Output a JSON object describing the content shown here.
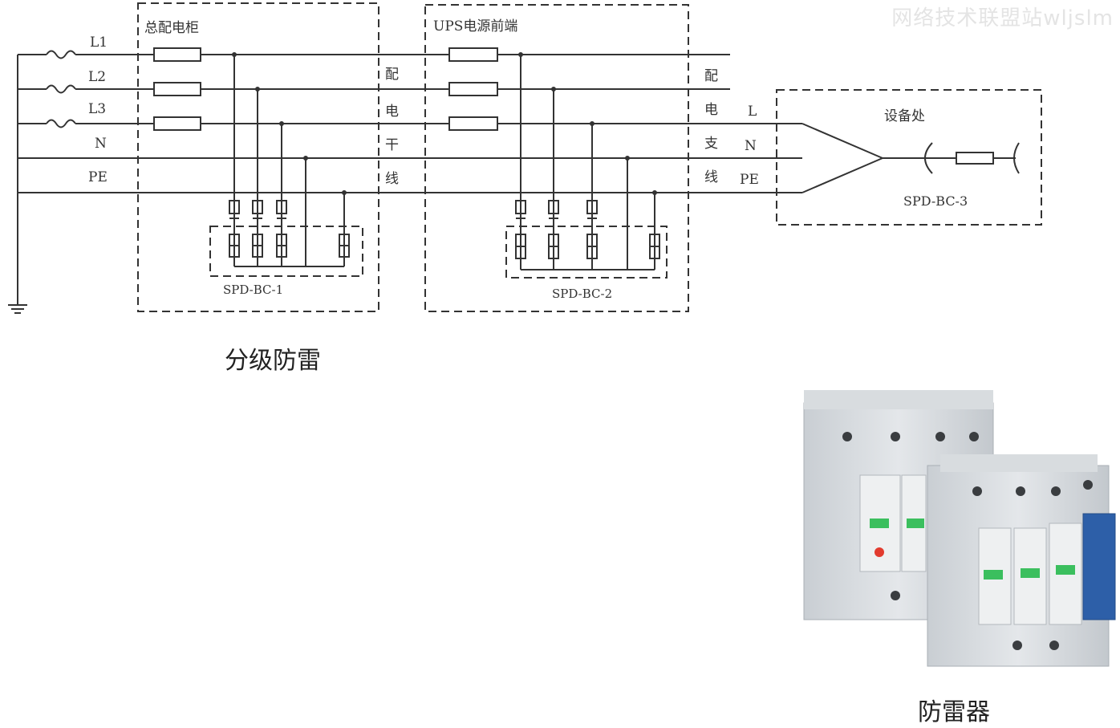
{
  "watermark": "网络技术联盟站wljslm",
  "panels": {
    "main_cabinet": "总配电柜",
    "ups_front": "UPS电源前端",
    "equipment": "设备处"
  },
  "lines": {
    "L1": "L1",
    "L2": "L2",
    "L3": "L3",
    "N": "N",
    "PE": "PE"
  },
  "trunk_label": [
    "配",
    "电",
    "干",
    "线"
  ],
  "branch_label": [
    "配",
    "电",
    "支",
    "线"
  ],
  "equipment_lines": {
    "L": "L",
    "N": "N",
    "PE": "PE"
  },
  "spd": {
    "bc1": "SPD-BC-1",
    "bc2": "SPD-BC-2",
    "bc3": "SPD-BC-3"
  },
  "captions": {
    "diagram": "分级防雷",
    "device": "防雷器"
  }
}
